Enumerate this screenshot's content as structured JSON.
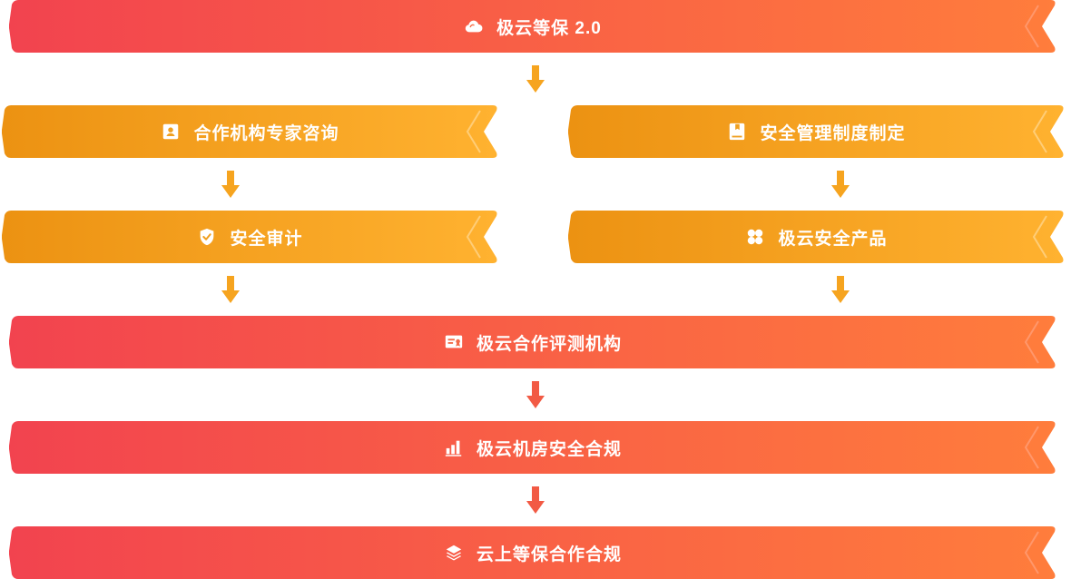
{
  "colors": {
    "red_start": "#f2434f",
    "red_end": "#ff7d3c",
    "orange_start": "#ec9212",
    "orange_end": "#ffb230",
    "arrow_orange": "#f6a41f",
    "arrow_red": "#f25a44"
  },
  "banners": [
    {
      "label": "极云等保 2.0",
      "icon": "cloud-icon",
      "style": "red"
    },
    {
      "label": "合作机构专家咨询",
      "icon": "contact-card-icon",
      "style": "orange"
    },
    {
      "label": "安全管理制度制定",
      "icon": "book-icon",
      "style": "orange"
    },
    {
      "label": "安全审计",
      "icon": "shield-check-icon",
      "style": "orange"
    },
    {
      "label": "极云安全产品",
      "icon": "four-leaf-icon",
      "style": "orange"
    },
    {
      "label": "极云合作评测机构",
      "icon": "certificate-icon",
      "style": "red"
    },
    {
      "label": "极云机房安全合规",
      "icon": "bar-chart-icon",
      "style": "red"
    },
    {
      "label": "云上等保合作合规",
      "icon": "layers-icon",
      "style": "red"
    }
  ]
}
